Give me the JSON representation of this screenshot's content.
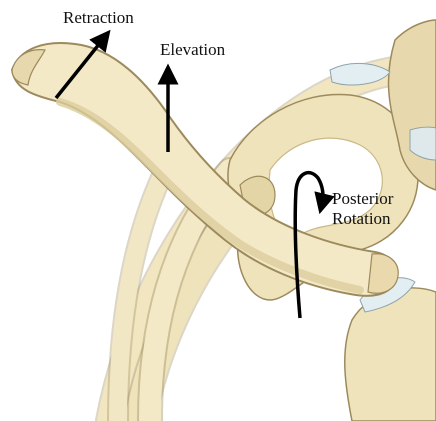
{
  "labels": {
    "retraction": "Retraction",
    "elevation": "Elevation",
    "posterior_line1": "Posterior",
    "posterior_line2": "Rotation"
  },
  "colors": {
    "bone_fill": "#f3e9c6",
    "bone_shade": "#dccd9c",
    "bone_outline": "#9c8a5c",
    "cartilage": "#e3eef2",
    "arrow": "#000000",
    "background": "#ffffff"
  }
}
